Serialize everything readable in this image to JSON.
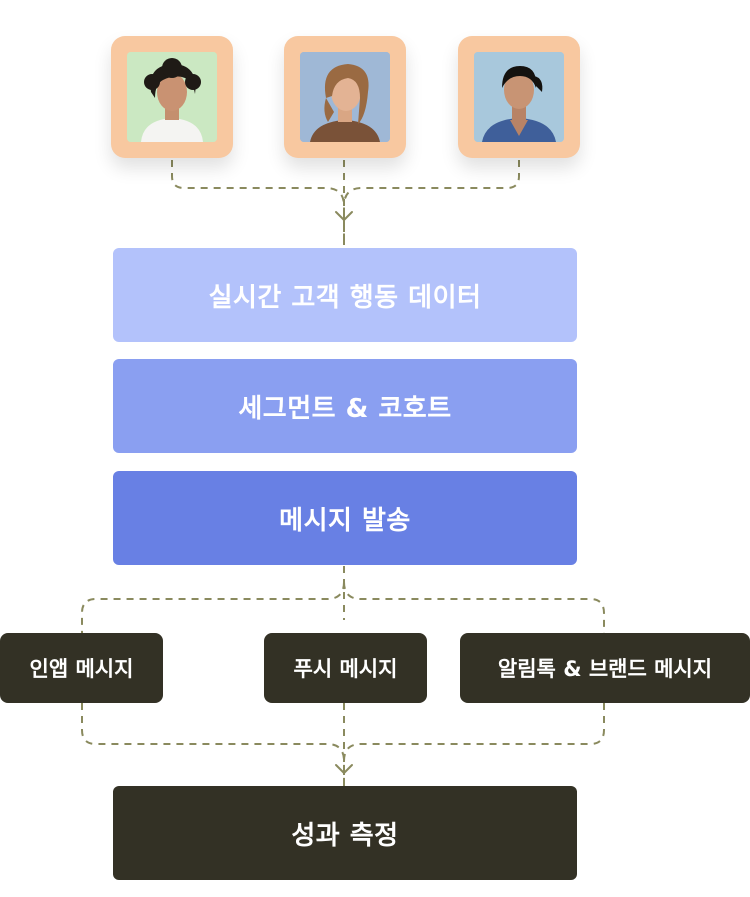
{
  "colors": {
    "card_bg": "#f8c8a0",
    "stage1": "#b3c2fb",
    "stage2": "#8a9ff1",
    "stage3": "#6880e4",
    "dark": "#333125",
    "connector": "#8a8a5e"
  },
  "customers": [
    {
      "name": "customer-avatar-1",
      "bg": "#cbe8c2"
    },
    {
      "name": "customer-avatar-2",
      "bg": "#9fb8d6"
    },
    {
      "name": "customer-avatar-3",
      "bg": "#a8c8dc"
    }
  ],
  "stages": {
    "realtime_data": "실시간 고객 행동 데이터",
    "segment_cohort": "세그먼트 & 코호트",
    "send_message": "메시지 발송"
  },
  "channels": {
    "in_app": "인앱 메시지",
    "push": "푸시 메시지",
    "kakao_brand": "알림톡 & 브랜드 메시지"
  },
  "result": {
    "measure": "성과 측정"
  }
}
